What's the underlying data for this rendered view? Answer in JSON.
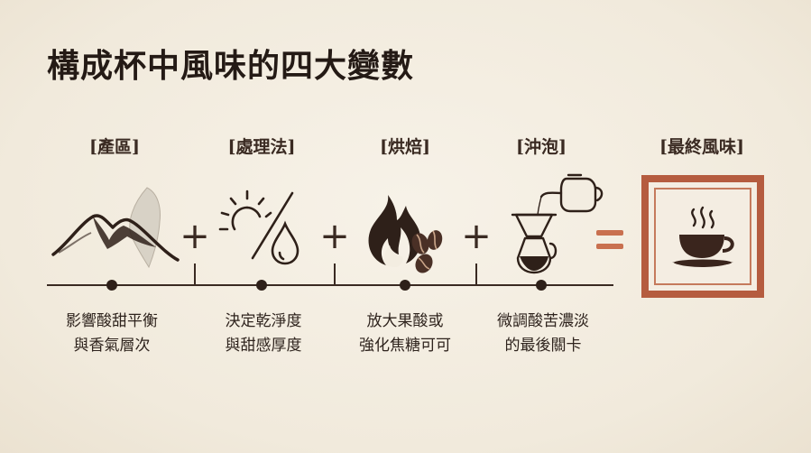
{
  "title": "構成杯中風味的四大變數",
  "stages": [
    {
      "label": "[產區]",
      "icon": "mountain-taiwan-icon",
      "desc": [
        "影響酸甜平衡",
        "與香氣層次"
      ]
    },
    {
      "label": "[處理法]",
      "icon": "sun-water-drop-icon",
      "desc": [
        "決定乾淨度",
        "與甜感厚度"
      ]
    },
    {
      "label": "[烘焙]",
      "icon": "flame-coffee-beans-icon",
      "desc": [
        "放大果酸或",
        "強化焦糖可可"
      ]
    },
    {
      "label": "[沖泡]",
      "icon": "pour-over-kettle-icon",
      "desc": [
        "微調酸苦濃淡",
        "的最後關卡"
      ]
    }
  ],
  "operators": [
    "+",
    "+",
    "+"
  ],
  "result": {
    "label": "[最終風味]",
    "icon": "coffee-cup-icon"
  },
  "colors": {
    "background": "#f3ede1",
    "text": "#2a1f1a",
    "accent": "#b55c3f",
    "equals": "#c9704f"
  }
}
